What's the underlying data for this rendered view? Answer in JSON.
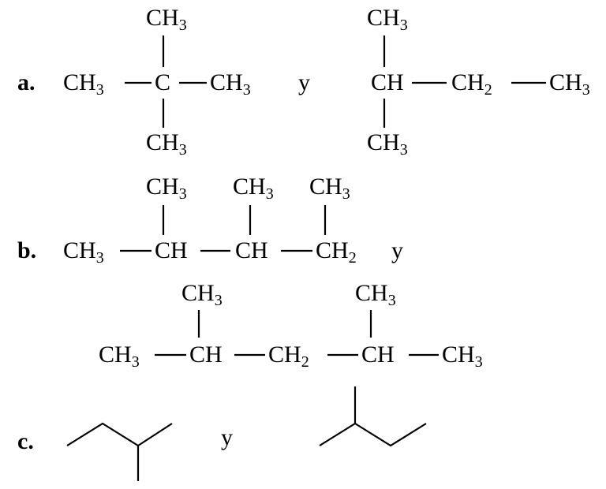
{
  "parts": {
    "a": {
      "label": "a.",
      "conjunction": "y",
      "mol1": {
        "top": "CH3",
        "bottom": "CH3",
        "left": "CH3",
        "center": "C",
        "right": "CH3"
      },
      "mol2": {
        "top": "CH3",
        "bottom": "CH3",
        "left": "CH",
        "middle": "CH2",
        "right": "CH3"
      }
    },
    "b": {
      "label": "b.",
      "conjunction": "y",
      "mol1": {
        "sub1": "CH3",
        "sub2": "CH3",
        "sub3": "CH3",
        "c1": "CH3",
        "c2": "CH",
        "c3": "CH",
        "c4": "CH2"
      },
      "mol2": {
        "sub1": "CH3",
        "sub2": "CH3",
        "c1": "CH3",
        "c2": "CH",
        "c3": "CH2",
        "c4": "CH",
        "c5": "CH3"
      }
    },
    "c": {
      "label": "c.",
      "conjunction": "y"
    }
  }
}
